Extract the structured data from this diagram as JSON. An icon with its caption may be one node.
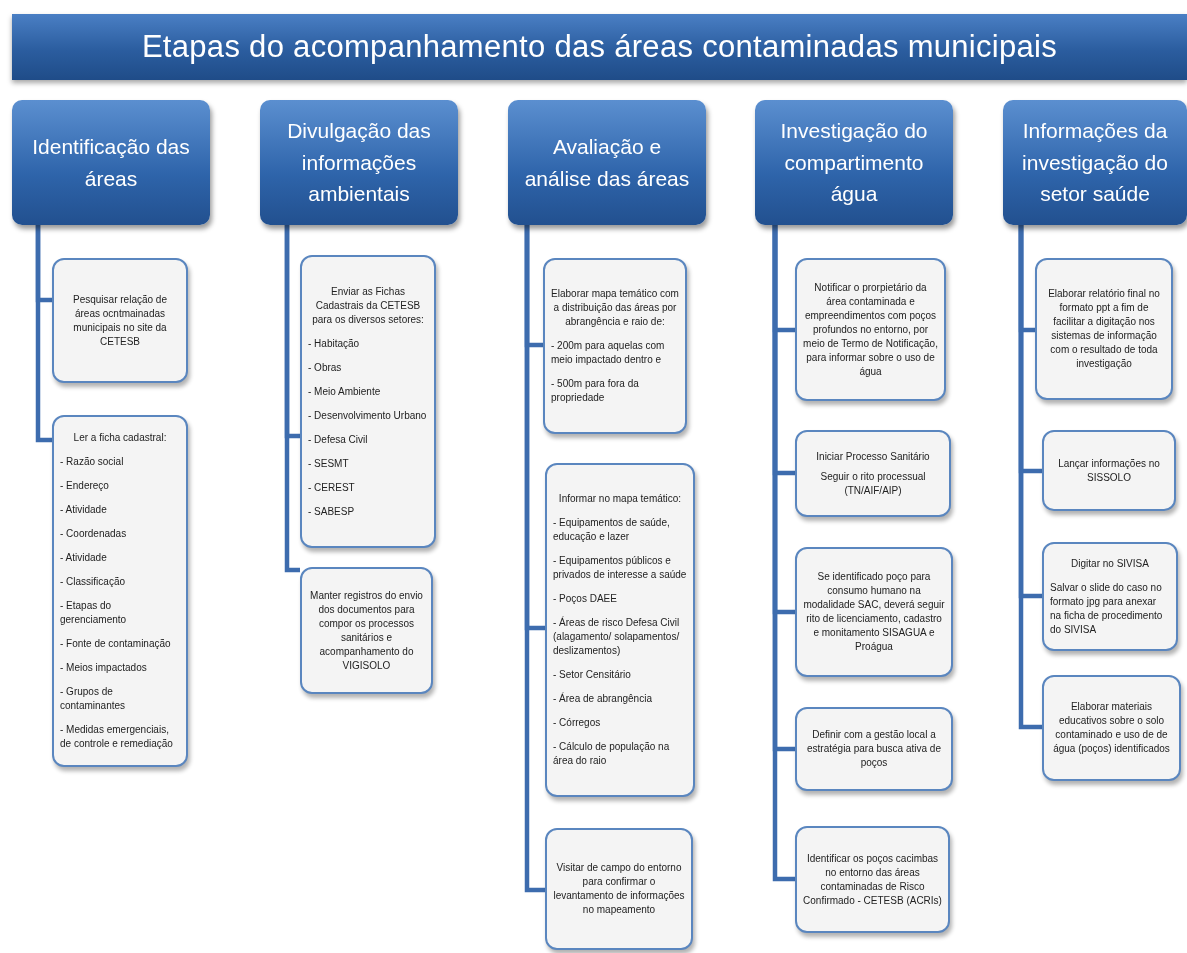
{
  "diagram": {
    "title": "Etapas do acompanhamento das áreas contaminadas municipais",
    "nodes": [
      {
        "text": [
          "Identificação das áreas"
        ]
      },
      {
        "text": [
          "Pesquisar relação de áreas ocntmainadas municipais no site da CETESB"
        ]
      },
      {
        "text": [
          "Ler a ficha cadastral:",
          "- Razão social",
          "- Endereço",
          "- Atividade",
          "- Coordenadas",
          "- Atividade",
          "- Classificação",
          "- Etapas do gerenciamento",
          "- Fonte de contaminação",
          "- Meios impactados",
          "- Grupos de contaminantes",
          "- Medidas emergenciais, de controle e remediação"
        ]
      },
      {
        "text": [
          "Divulgação das informações ambientais"
        ]
      },
      {
        "text": [
          "Enviar as Fichas Cadastrais da CETESB para os diversos setores:",
          "- Habitação",
          "- Obras",
          "- Meio Ambiente",
          "- Desenvolvimento Urbano",
          "- Defesa Civil",
          "- SESMT",
          "- CEREST",
          "- SABESP"
        ]
      },
      {
        "text": [
          "Manter registros do envio dos documentos para compor os processos sanitários e acompanhamento do VIGISOLO"
        ]
      },
      {
        "text": [
          "Avaliação e análise das áreas"
        ]
      },
      {
        "text": [
          "Elaborar mapa temático com a distribuição das áreas por abrangência e raio de:",
          "- 200m para aquelas com meio impactado dentro e",
          "- 500m para fora da propriedade"
        ]
      },
      {
        "text": [
          "Informar no mapa temático:",
          "- Equipamentos de saúde, educação e lazer",
          "- Equipamentos públicos e privados de interesse a saúde",
          "- Poços DAEE",
          "- Áreas de risco Defesa Civil (alagamento/ solapamentos/ deslizamentos)",
          "- Setor Censitário",
          "- Área de abrangência",
          "- Córregos",
          "- Cálculo de população na área do raio"
        ]
      },
      {
        "text": [
          "Visitar de campo do entorno para confirmar o levantamento de informações no mapeamento"
        ]
      },
      {
        "text": [
          "Investigação do compartimento água"
        ]
      },
      {
        "text": [
          "Notificar o prorpietário da área contaminada e empreendimentos com poços profundos no entorno, por meio de Termo de Notificação, para informar sobre o uso de água"
        ]
      },
      {
        "text": [
          "Iniciar Processo Sanitário",
          "Seguir o rito processual (TN/AIF/AIP)"
        ]
      },
      {
        "text": [
          "Se identificado poço para consumo humano na modalidade SAC, deverá seguir rito de licenciamento, cadastro e monitamento SISAGUA e Proágua"
        ]
      },
      {
        "text": [
          "Definir com a gestão local a estratégia para busca ativa de poços"
        ]
      },
      {
        "text": [
          "Identificar os poços cacimbas no entorno das áreas contaminadas de Risco Confirmado - CETESB (ACRIs)"
        ]
      },
      {
        "text": [
          "Informações da investigação do setor saúde"
        ]
      },
      {
        "text": [
          "Elaborar relatório final no formato ppt a fim de facilitar a digitação nos sistemas de informação com o resultado de toda investigação"
        ]
      },
      {
        "text": [
          "Lançar informações no SISSOLO"
        ]
      },
      {
        "text": [
          "Digitar no SIVISA",
          "Salvar o slide do caso no formato jpg para anexar na ficha de procedimento do SIVISA"
        ]
      },
      {
        "text": [
          "Elaborar materiais educativos sobre o solo contaminado e uso de de água (poços) identificados"
        ]
      }
    ],
    "edges": [
      {
        "from": 0,
        "to": 1,
        "arrow": "none"
      },
      {
        "from": 0,
        "to": 2,
        "arrow": "none"
      },
      {
        "from": 3,
        "to": 4,
        "arrow": "none"
      },
      {
        "from": 3,
        "to": 5,
        "arrow": "none"
      },
      {
        "from": 6,
        "to": 7,
        "arrow": "none"
      },
      {
        "from": 6,
        "to": 8,
        "arrow": "none"
      },
      {
        "from": 6,
        "to": 9,
        "arrow": "none"
      },
      {
        "from": 10,
        "to": 11,
        "arrow": "none"
      },
      {
        "from": 10,
        "to": 12,
        "arrow": "none"
      },
      {
        "from": 10,
        "to": 13,
        "arrow": "none"
      },
      {
        "from": 10,
        "to": 14,
        "arrow": "none"
      },
      {
        "from": 10,
        "to": 15,
        "arrow": "none"
      },
      {
        "from": 16,
        "to": 17,
        "arrow": "none"
      },
      {
        "from": 16,
        "to": 18,
        "arrow": "none"
      },
      {
        "from": 16,
        "to": 19,
        "arrow": "none"
      },
      {
        "from": 16,
        "to": 20,
        "arrow": "none"
      }
    ]
  }
}
